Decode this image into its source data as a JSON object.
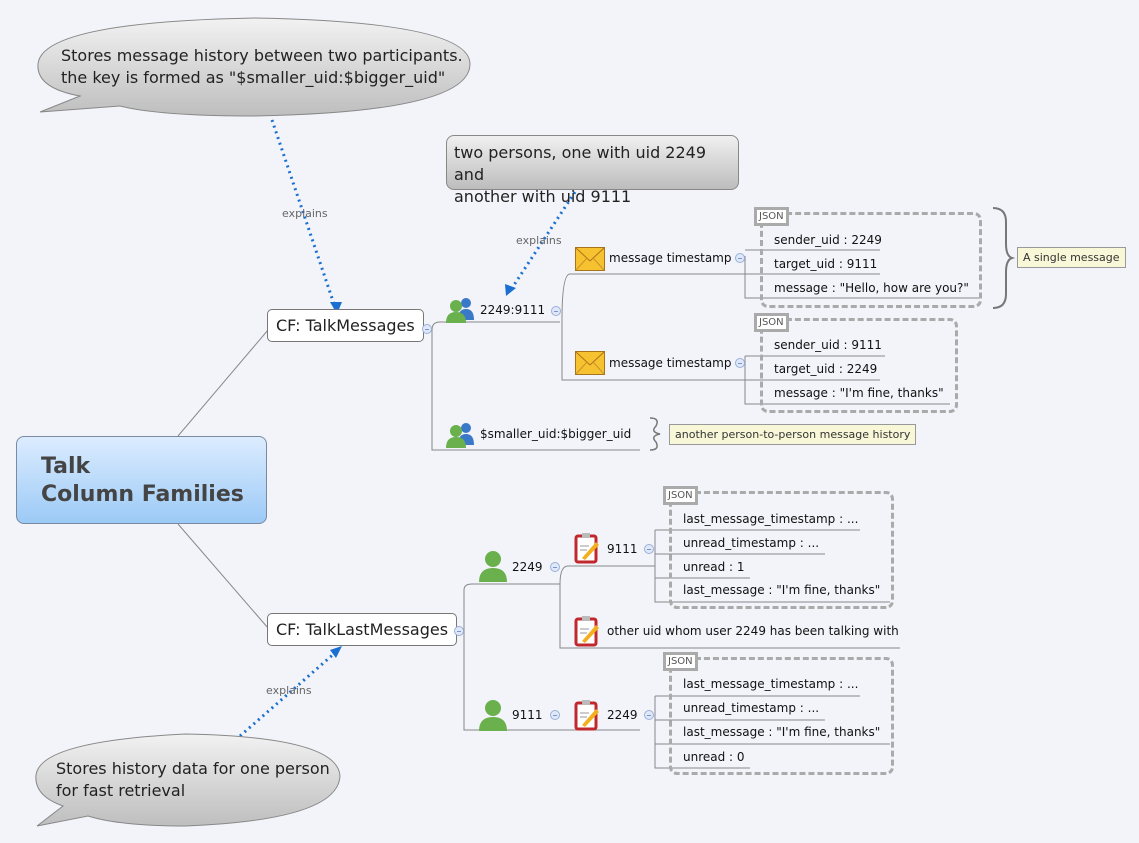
{
  "root": {
    "line1": "Talk",
    "line2": "Column Families"
  },
  "callouts": {
    "talk_messages_note": {
      "line1": "Stores message history between two participants.",
      "line2": "the key is formed as \"$smaller_uid:$bigger_uid\""
    },
    "persons_note": {
      "line1": "two persons, one with uid 2249 and",
      "line2": "another with uid 9111"
    },
    "last_messages_note": {
      "line1": "Stores history data for one person",
      "line2": "for fast retrieval"
    }
  },
  "relationship_label": "explains",
  "talk_messages": {
    "title": "CF: TalkMessages",
    "row_key": "2249:9111",
    "messages": [
      {
        "label": "message timestamp",
        "json_tag": "JSON",
        "fields": [
          "sender_uid : 2249",
          "target_uid : 9111",
          "message : \"Hello, how are you?\""
        ]
      },
      {
        "label": "message timestamp",
        "json_tag": "JSON",
        "fields": [
          "sender_uid : 9111",
          "target_uid : 2249",
          "message : \"I'm fine, thanks\""
        ]
      }
    ],
    "single_message_note": "A single message",
    "other_row_key": "$smaller_uid:$bigger_uid",
    "other_row_note": "another person-to-person message history"
  },
  "talk_last_messages": {
    "title": "CF: TalkLastMessages",
    "users": [
      {
        "uid": "2249",
        "entries": [
          {
            "label": "9111",
            "json_tag": "JSON",
            "fields": [
              "last_message_timestamp : ...",
              "unread_timestamp : ...",
              "unread : 1",
              "last_message : \"I'm fine, thanks\""
            ]
          },
          {
            "label": "other uid whom user 2249 has been talking with"
          }
        ]
      },
      {
        "uid": "9111",
        "entries": [
          {
            "label": "2249",
            "json_tag": "JSON",
            "fields": [
              "last_message_timestamp : ...",
              "unread_timestamp : ...",
              "last_message : \"I'm fine, thanks\"",
              "unread : 0"
            ]
          }
        ]
      }
    ]
  },
  "colors": {
    "relationship": "#1a6fd0",
    "root_top": "#dcecff",
    "root_bottom": "#9ccaf6",
    "note_bg": "#f8f8d8"
  }
}
